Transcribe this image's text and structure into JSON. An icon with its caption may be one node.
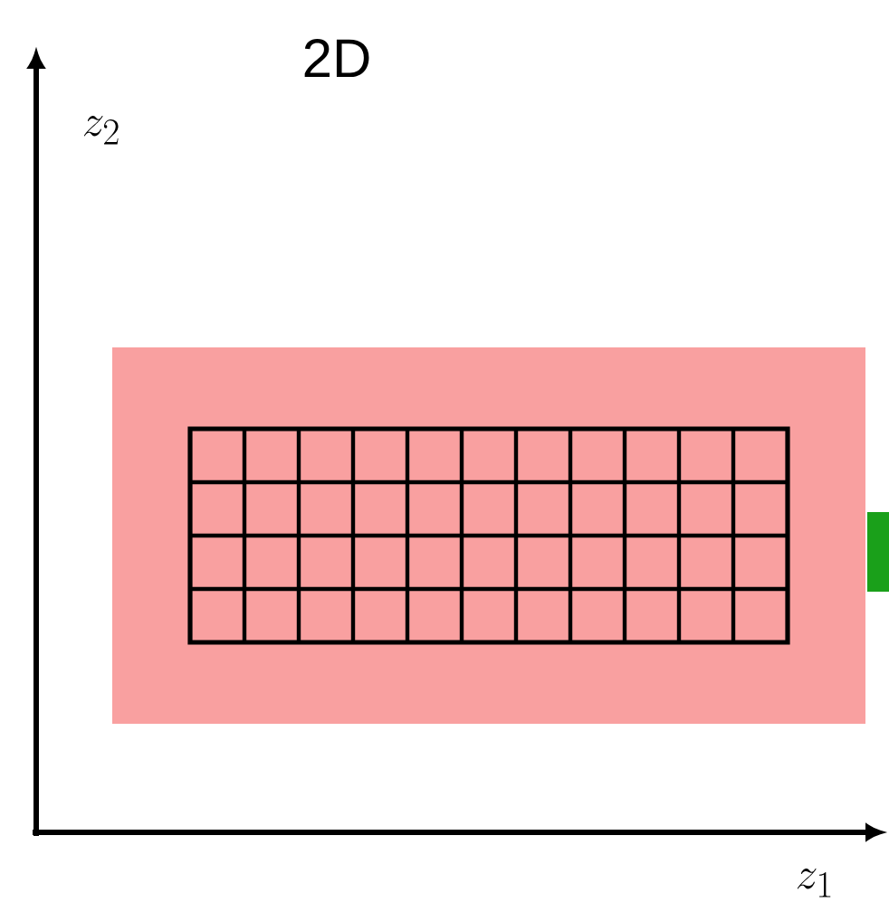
{
  "diagram": {
    "title": "2D",
    "labels": [
      "z_2",
      "z_1"
    ]
  }
}
